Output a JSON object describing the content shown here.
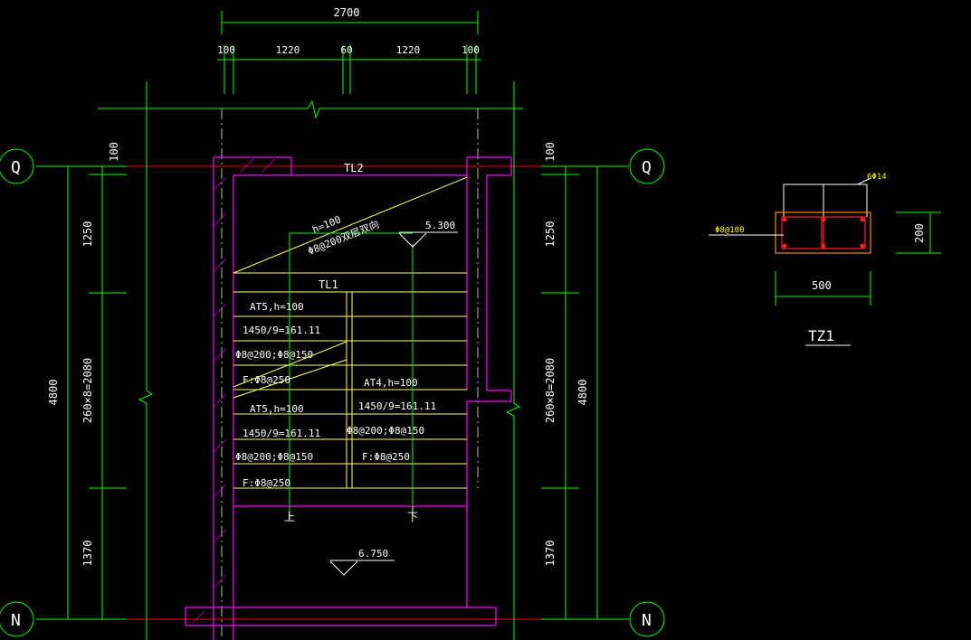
{
  "colors": {
    "background": "#000000",
    "dimension": "#00ff00",
    "wall": "#ff00ff",
    "stair_line": "#ffff66",
    "axis": "#ff0000",
    "text": "#ffffff",
    "rebar": "#ff2020",
    "label_yellow": "#ffff00"
  },
  "top_dims": {
    "total": "2700",
    "segments": [
      "100",
      "1220",
      "60",
      "1220",
      "100"
    ]
  },
  "axes": {
    "top": "Q",
    "bottom": "N"
  },
  "left_dims": {
    "segments": [
      "100",
      "1250",
      "260×8=2080",
      "1370"
    ],
    "total": "4800"
  },
  "right_dims": {
    "segments": [
      "100",
      "1250",
      "260×8=2080",
      "1370"
    ],
    "total": "4800"
  },
  "beams": {
    "top": "TL2",
    "mid": "TL1"
  },
  "slab_note": {
    "line1": "h=100",
    "line2": "Φ8@200双层双向"
  },
  "elevations": {
    "landing_top": "5.300",
    "landing_bottom": "6.750"
  },
  "flight_left_1": {
    "name": "AT5,h=100",
    "steps": "1450/9=161.11",
    "bars": "Φ8@200;Φ8@150",
    "dist": "F:Φ8@250"
  },
  "flight_left_2": {
    "name": "AT5,h=100",
    "steps": "1450/9=161.11",
    "bars": "Φ8@200;Φ8@150",
    "dist": "F:Φ8@250"
  },
  "flight_right": {
    "name": "AT4,h=100",
    "steps": "1450/9=161.11",
    "bars": "Φ8@200;Φ8@150",
    "dist": "F:Φ8@250"
  },
  "direction": {
    "up": "上",
    "down": "下"
  },
  "column_section": {
    "name": "TZ1",
    "main_bars": "6Φ14",
    "stirrups": "Φ8@100",
    "width": "500",
    "height": "200"
  }
}
